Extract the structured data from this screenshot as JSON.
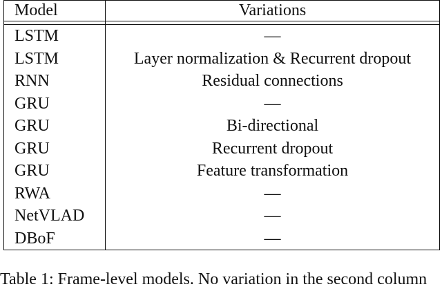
{
  "table": {
    "headers": [
      "Model",
      "Variations"
    ],
    "rows": [
      [
        "LSTM",
        "—"
      ],
      [
        "LSTM",
        "Layer normalization & Recurrent dropout"
      ],
      [
        "RNN",
        "Residual connections"
      ],
      [
        "GRU",
        "—"
      ],
      [
        "GRU",
        "Bi-directional"
      ],
      [
        "GRU",
        "Recurrent dropout"
      ],
      [
        "GRU",
        "Feature transformation"
      ],
      [
        "RWA",
        "—"
      ],
      [
        "NetVLAD",
        "—"
      ],
      [
        "DBoF",
        "—"
      ]
    ]
  },
  "caption": "Table 1: Frame-level models. No variation in the second column"
}
